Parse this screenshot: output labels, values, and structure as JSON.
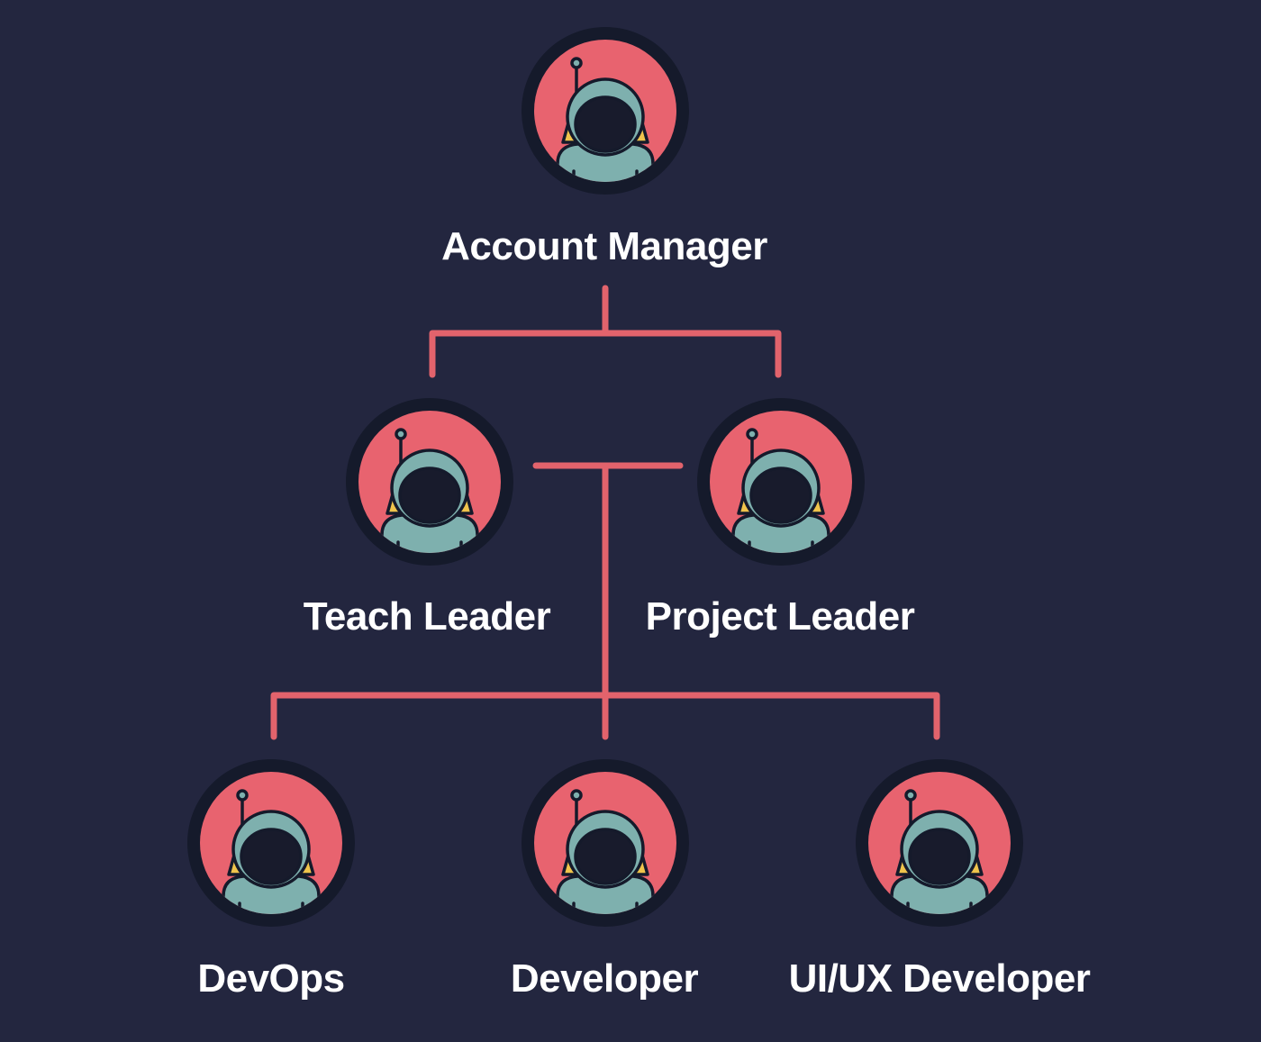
{
  "colors": {
    "background": "#23263f",
    "connector": "#e2636c",
    "avatar_ring": "#151a2b",
    "avatar_fill": "#e8636f",
    "suit": "#7eb0ae",
    "visor": "#181b2c",
    "backpack": "#f0c44c",
    "label": "#ffffff"
  },
  "avatar_icon": "astronaut-icon",
  "org_chart": {
    "top": {
      "role": "Account Manager"
    },
    "middle": [
      {
        "role": "Teach Leader"
      },
      {
        "role": "Project Leader"
      }
    ],
    "bottom": [
      {
        "role": "DevOps"
      },
      {
        "role": "Developer"
      },
      {
        "role": "UI/UX Developer"
      }
    ]
  }
}
